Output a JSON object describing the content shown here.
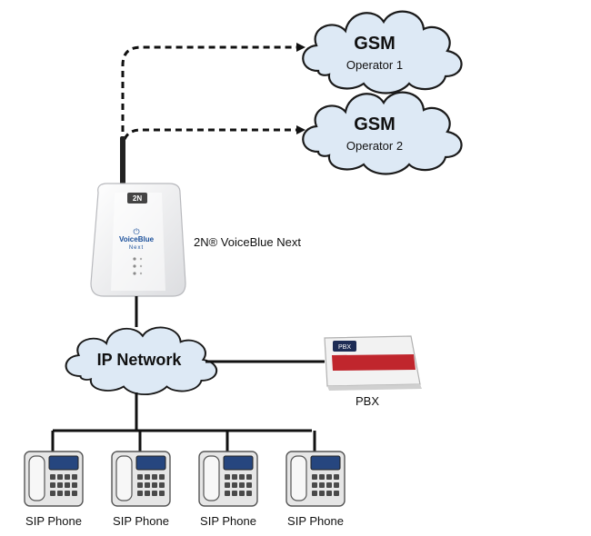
{
  "clouds": [
    {
      "title": "GSM",
      "subtitle": "Operator 1"
    },
    {
      "title": "GSM",
      "subtitle": "Operator 2"
    }
  ],
  "gateway": {
    "label": "2N® VoiceBlue Next",
    "badge": "2N",
    "brand_line1": "VoiceBlue",
    "brand_line2": "Next"
  },
  "network": {
    "label": "IP Network"
  },
  "pbx": {
    "label": "PBX",
    "badge": "PBX"
  },
  "phones": [
    {
      "label": "SIP Phone"
    },
    {
      "label": "SIP Phone"
    },
    {
      "label": "SIP Phone"
    },
    {
      "label": "SIP Phone"
    }
  ],
  "colors": {
    "cloud_fill": "#dde9f5",
    "cloud_stroke": "#1a1a1a",
    "pbx_red": "#c0262d",
    "pbx_navy": "#1d2c55",
    "phone_screen": "#26467f",
    "line": "#111111"
  }
}
